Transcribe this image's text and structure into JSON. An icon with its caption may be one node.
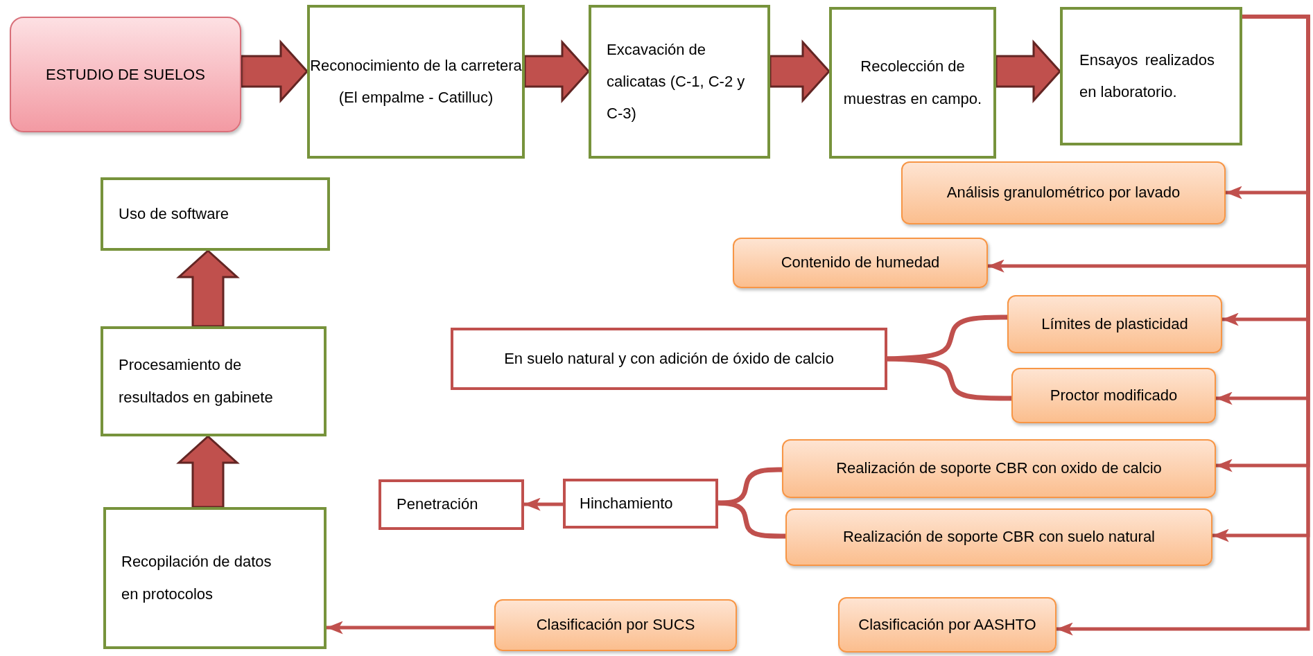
{
  "diagram": {
    "nodes": [
      {
        "text": [
          "ESTUDIO DE SUELOS"
        ]
      },
      {
        "text": [
          "Reconocimiento de la carretera (El empalme - Catilluc)"
        ]
      },
      {
        "text": [
          "Excavación de calicatas (C-1, C-2 y C-3)"
        ]
      },
      {
        "text": [
          "Recolección de muestras en campo."
        ]
      },
      {
        "text": [
          "Ensayos realizados en laboratorio."
        ]
      },
      {
        "text": [
          "Análisis granulométrico por lavado"
        ]
      },
      {
        "text": [
          "Contenido de humedad"
        ]
      },
      {
        "text": [
          "Límites de plasticidad"
        ]
      },
      {
        "text": [
          "Proctor modificado"
        ]
      },
      {
        "text": [
          "En suelo natural y con adición de óxido de calcio"
        ]
      },
      {
        "text": [
          "Realización de soporte CBR con oxido de calcio"
        ]
      },
      {
        "text": [
          "Realización de soporte CBR con suelo natural"
        ]
      },
      {
        "text": [
          "Hinchamiento"
        ]
      },
      {
        "text": [
          "Penetración"
        ]
      },
      {
        "text": [
          "Clasificación por AASHTO"
        ]
      },
      {
        "text": [
          "Clasificación por SUCS"
        ]
      },
      {
        "text": [
          "Recopilación de datos en protocolos"
        ]
      },
      {
        "text": [
          "Procesamiento de resultados en gabinete"
        ]
      },
      {
        "text": [
          "Uso de software"
        ]
      }
    ],
    "edges": [
      {
        "from": 0,
        "to": 1,
        "arrow": "to",
        "style": "thick"
      },
      {
        "from": 1,
        "to": 2,
        "arrow": "to",
        "style": "thick"
      },
      {
        "from": 2,
        "to": 3,
        "arrow": "to",
        "style": "thick"
      },
      {
        "from": 3,
        "to": 4,
        "arrow": "to",
        "style": "thick"
      },
      {
        "from": 4,
        "to": 5,
        "arrow": "to"
      },
      {
        "from": 4,
        "to": 6,
        "arrow": "to"
      },
      {
        "from": 4,
        "to": 7,
        "arrow": "to"
      },
      {
        "from": 4,
        "to": 8,
        "arrow": "to"
      },
      {
        "from": 4,
        "to": 10,
        "arrow": "to"
      },
      {
        "from": 4,
        "to": 11,
        "arrow": "to"
      },
      {
        "from": 4,
        "to": 14,
        "arrow": "to"
      },
      {
        "from": 9,
        "to": 7,
        "arrow": "none"
      },
      {
        "from": 9,
        "to": 8,
        "arrow": "none"
      },
      {
        "from": 12,
        "to": 10,
        "arrow": "none"
      },
      {
        "from": 12,
        "to": 11,
        "arrow": "none"
      },
      {
        "from": 12,
        "to": 13,
        "arrow": "to"
      },
      {
        "from": 15,
        "to": 16,
        "arrow": "to"
      },
      {
        "from": 16,
        "to": 17,
        "arrow": "to",
        "style": "thick"
      },
      {
        "from": 17,
        "to": 18,
        "arrow": "to",
        "style": "thick"
      }
    ]
  }
}
